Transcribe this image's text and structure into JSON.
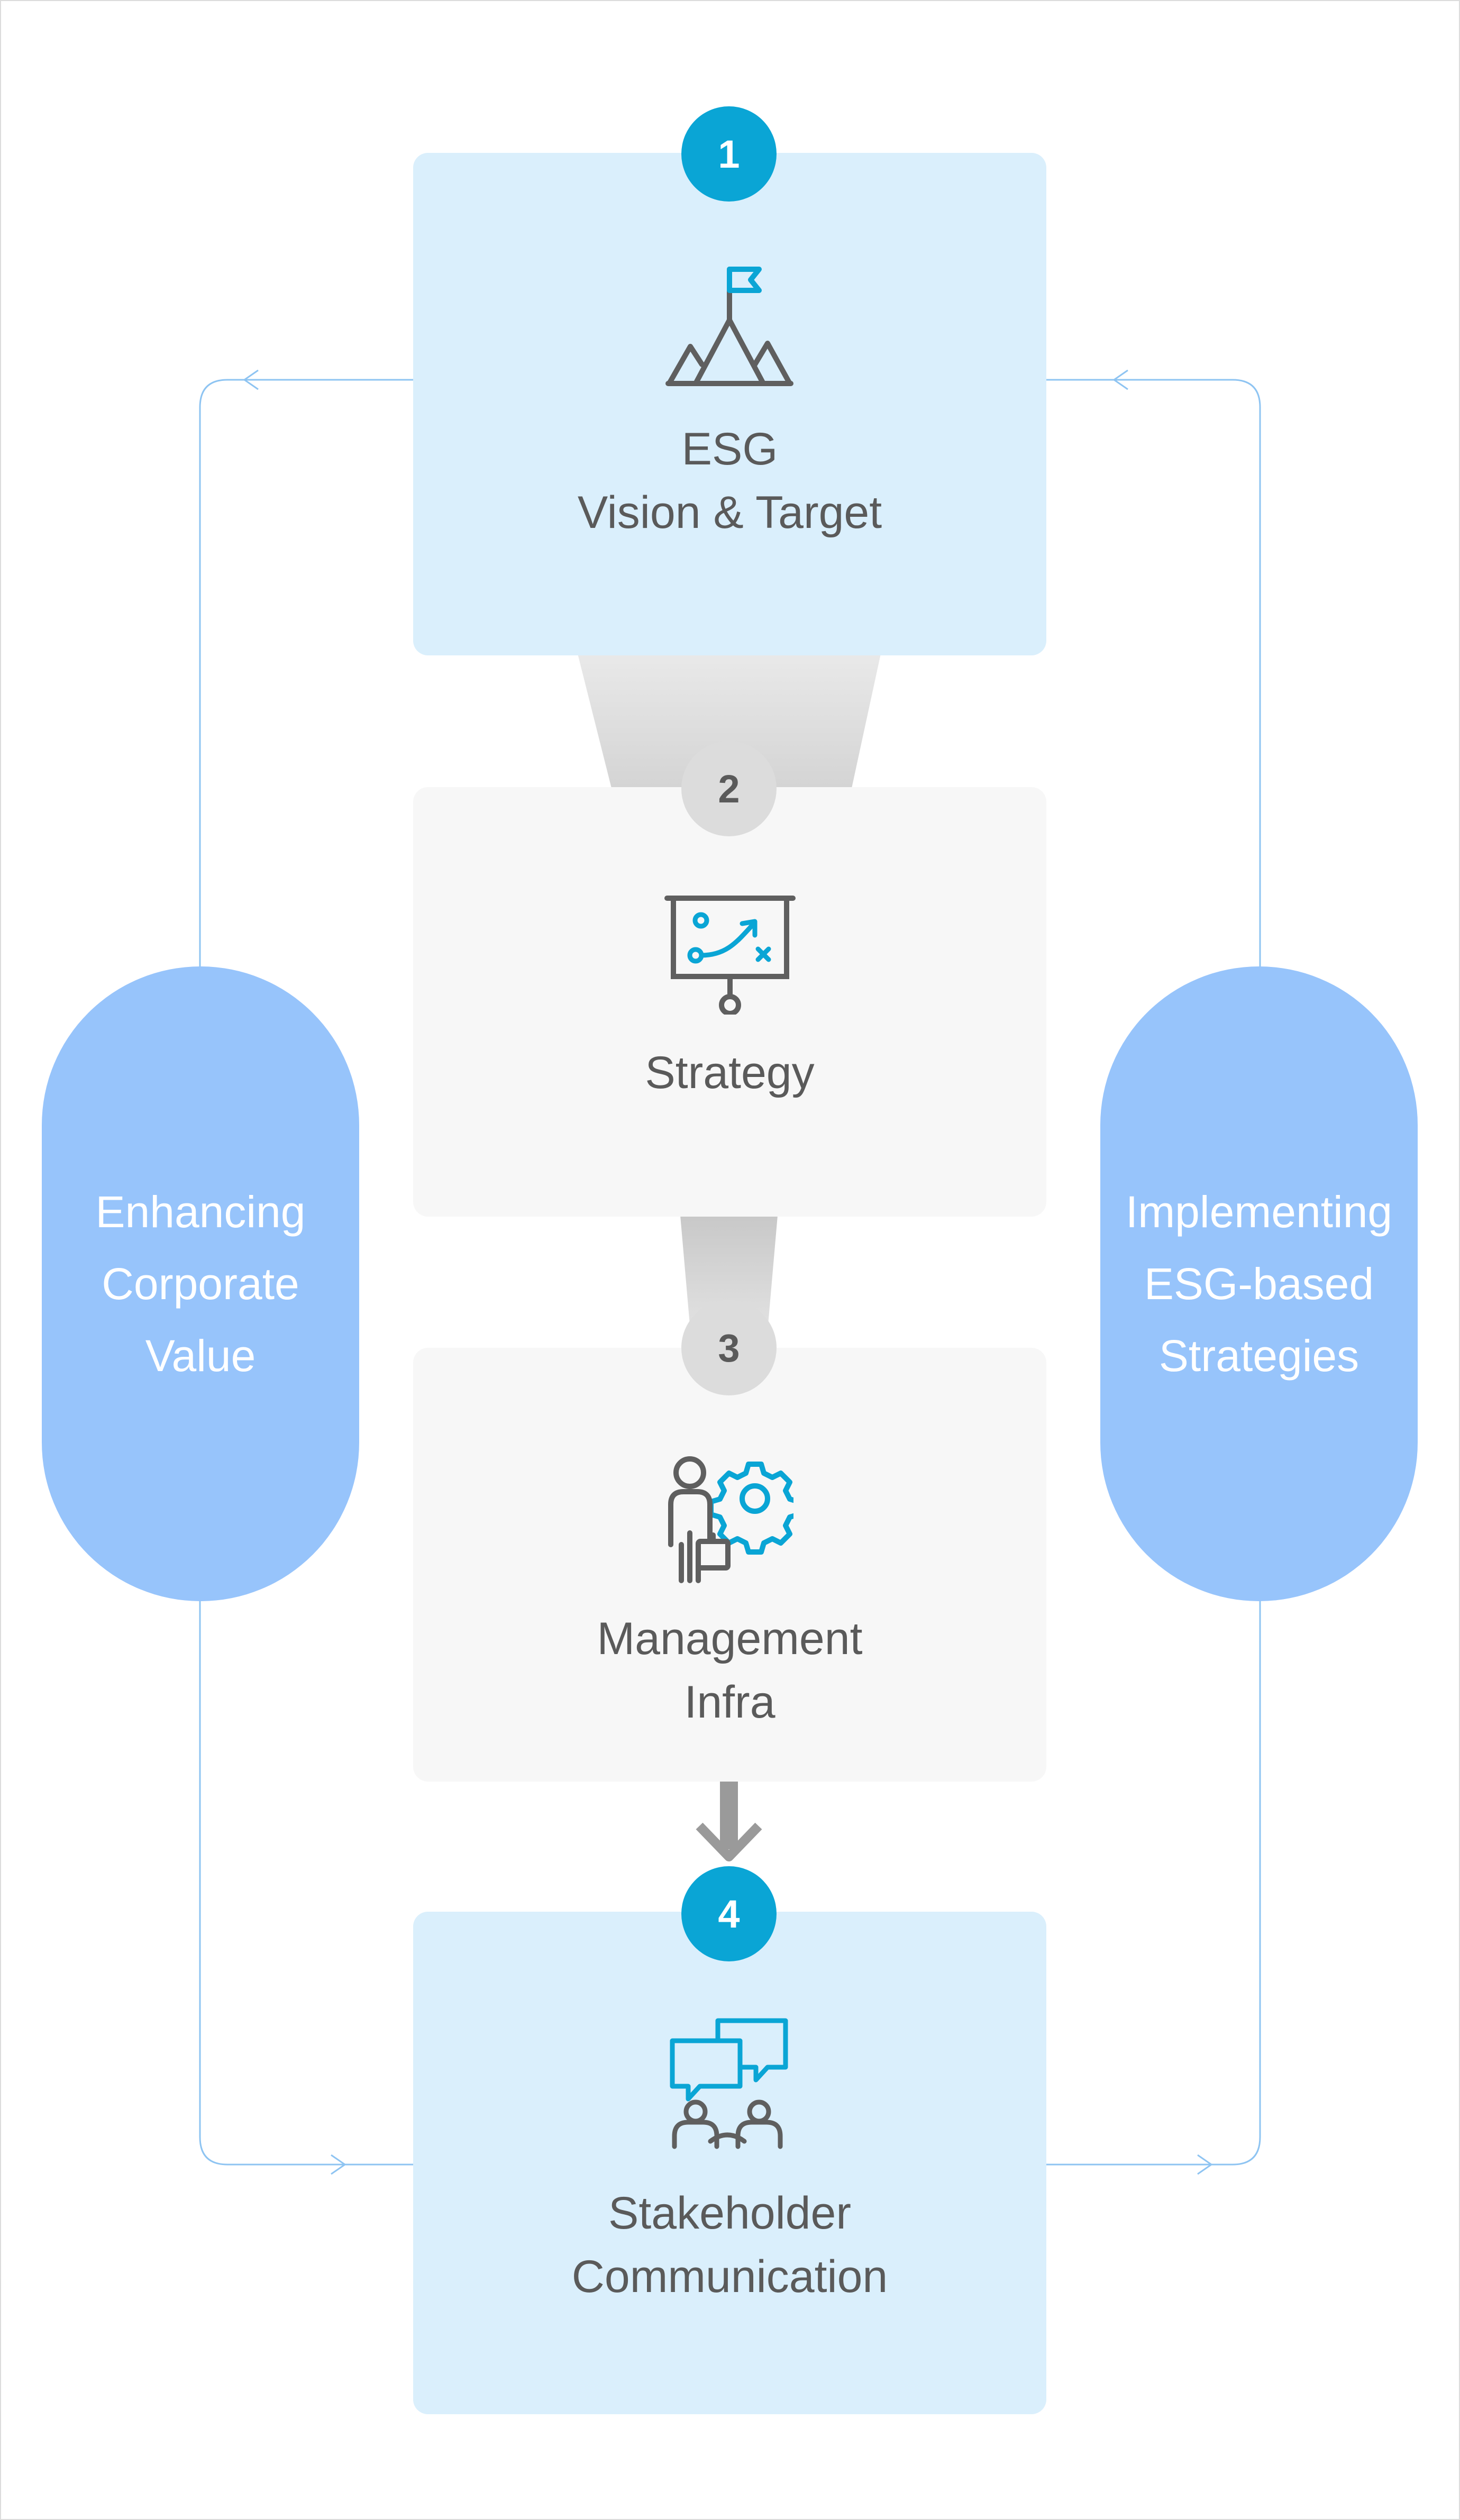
{
  "steps": [
    {
      "number": "1",
      "title": "ESG\nVision & Target",
      "icon": "mountain-flag-icon"
    },
    {
      "number": "2",
      "title": "Strategy",
      "icon": "strategy-board-icon"
    },
    {
      "number": "3",
      "title": "Management\nInfra",
      "icon": "person-gear-icon"
    },
    {
      "number": "4",
      "title": "Stakeholder\nCommunication",
      "icon": "conversation-icon"
    }
  ],
  "left_pill": {
    "label": "Enhancing\nCorporate\nValue"
  },
  "right_pill": {
    "label": "Implementing\nESG-based\nStrategies"
  },
  "colors": {
    "accent_blue": "#0aa5d5",
    "box_blue": "#daeffc",
    "box_grey": "#f7f7f7",
    "pill_blue": "#97c4fb",
    "connector_grey": "#c4c4c4",
    "loop_line": "#8ec4f2",
    "text": "#5a5a5a",
    "icon_grey": "#5f5f5f"
  }
}
